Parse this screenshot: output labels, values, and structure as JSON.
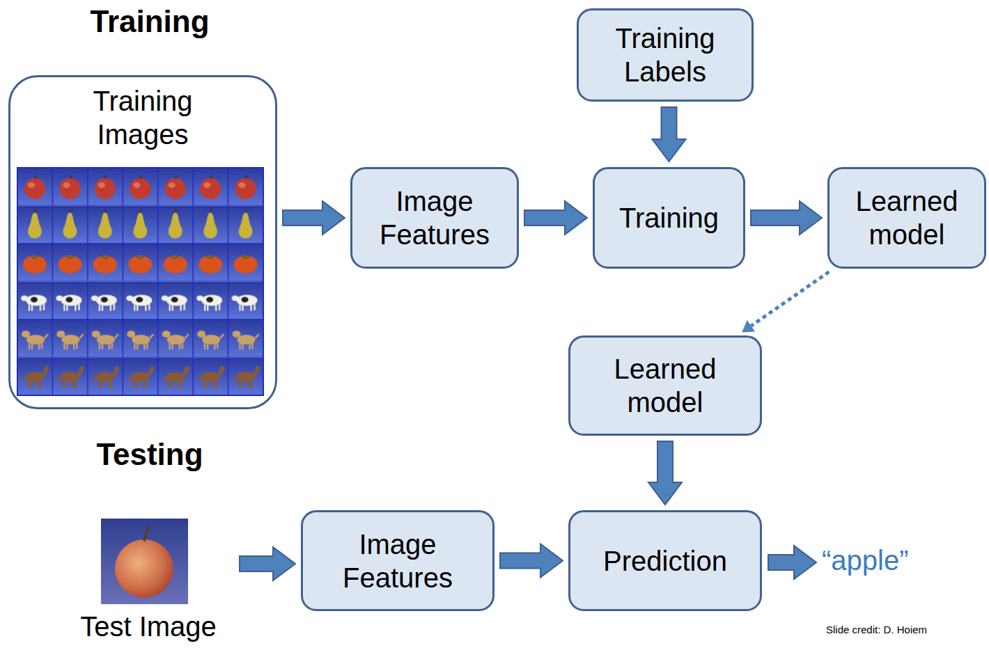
{
  "diagram": {
    "nodes": [
      {
        "text": [
          "Training Images"
        ]
      },
      {
        "text": [
          "Image Features"
        ]
      },
      {
        "text": [
          "Training Labels"
        ]
      },
      {
        "text": [
          "Training"
        ]
      },
      {
        "text": [
          "Learned model"
        ]
      },
      {
        "text": [
          "Learned model"
        ]
      },
      {
        "text": [
          "Test Image"
        ]
      },
      {
        "text": [
          "Image Features"
        ]
      },
      {
        "text": [
          "Prediction"
        ]
      }
    ],
    "edges": [
      {
        "from": 0,
        "to": 1,
        "arrow": "to"
      },
      {
        "from": 1,
        "to": 3,
        "arrow": "to"
      },
      {
        "from": 2,
        "to": 3,
        "arrow": "to"
      },
      {
        "from": 3,
        "to": 4,
        "arrow": "to"
      },
      {
        "from": 4,
        "to": 5,
        "arrow": "to"
      },
      {
        "from": 5,
        "to": 8,
        "arrow": "to"
      },
      {
        "from": 6,
        "to": 7,
        "arrow": "to"
      },
      {
        "from": 7,
        "to": 8,
        "arrow": "to"
      }
    ],
    "labels": [
      "Training",
      "Testing",
      "“apple”",
      "Slide credit: D. Hoiem"
    ]
  }
}
